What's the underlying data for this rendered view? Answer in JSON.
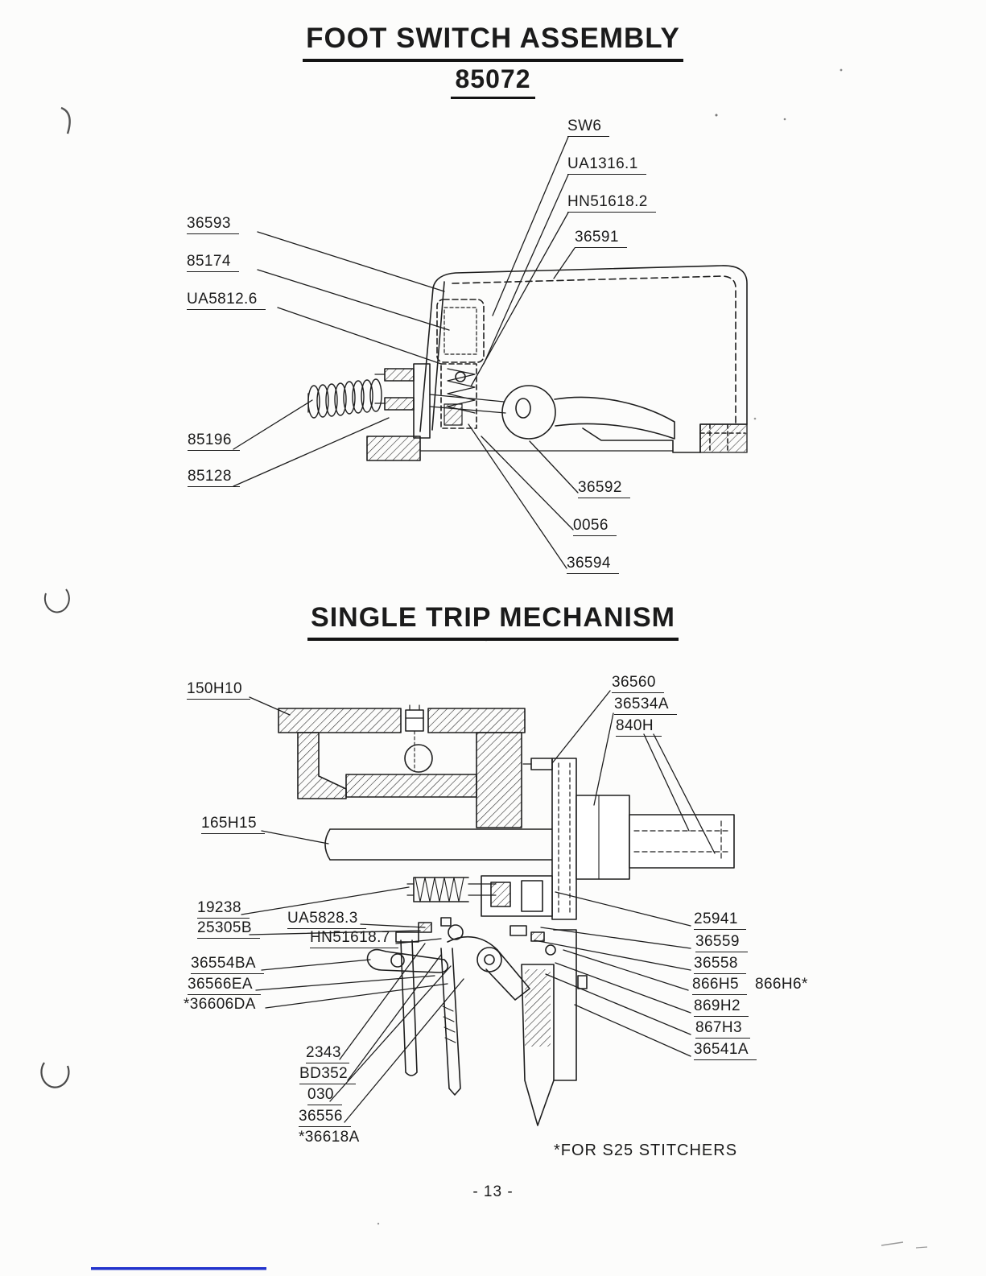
{
  "page": {
    "title_line1": "FOOT SWITCH ASSEMBLY",
    "title_line2": "85072",
    "footnote": "*FOR S25 STITCHERS",
    "page_number": "- 13 -"
  },
  "colors": {
    "ink": "#1e1e1e",
    "artifact_line": "#2233cc"
  },
  "foot_switch": {
    "labels": [
      "SW6",
      "UA1316.1",
      "HN51618.2",
      "36591",
      "36593",
      "85174",
      "UA5812.6",
      "85196",
      "85128",
      "36592",
      "0056",
      "36594"
    ]
  },
  "single_trip": {
    "title": "SINGLE TRIP MECHANISM",
    "labels": [
      "150H10",
      "36560",
      "36534A",
      "840H",
      "165H15",
      "19238",
      "25305B",
      "UA5828.3",
      "HN51618.7",
      "36554BA",
      "36566EA",
      "*36606DA",
      "2343",
      "BD352",
      "030",
      "36556",
      "*36618A",
      "25941",
      "36559",
      "36558",
      "866H5",
      "866H6*",
      "869H2",
      "867H3",
      "36541A"
    ]
  }
}
